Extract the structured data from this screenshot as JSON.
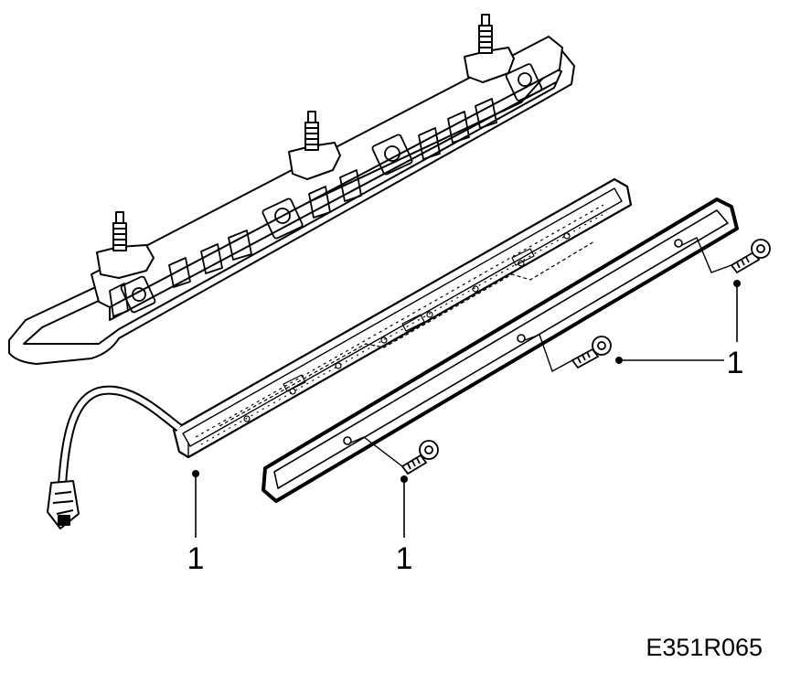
{
  "diagram": {
    "callouts": [
      {
        "id": "led-strip",
        "label": "1"
      },
      {
        "id": "cover-lens",
        "label": "1"
      },
      {
        "id": "screw-right",
        "label": "1"
      }
    ],
    "figure_code": "E351R065"
  }
}
